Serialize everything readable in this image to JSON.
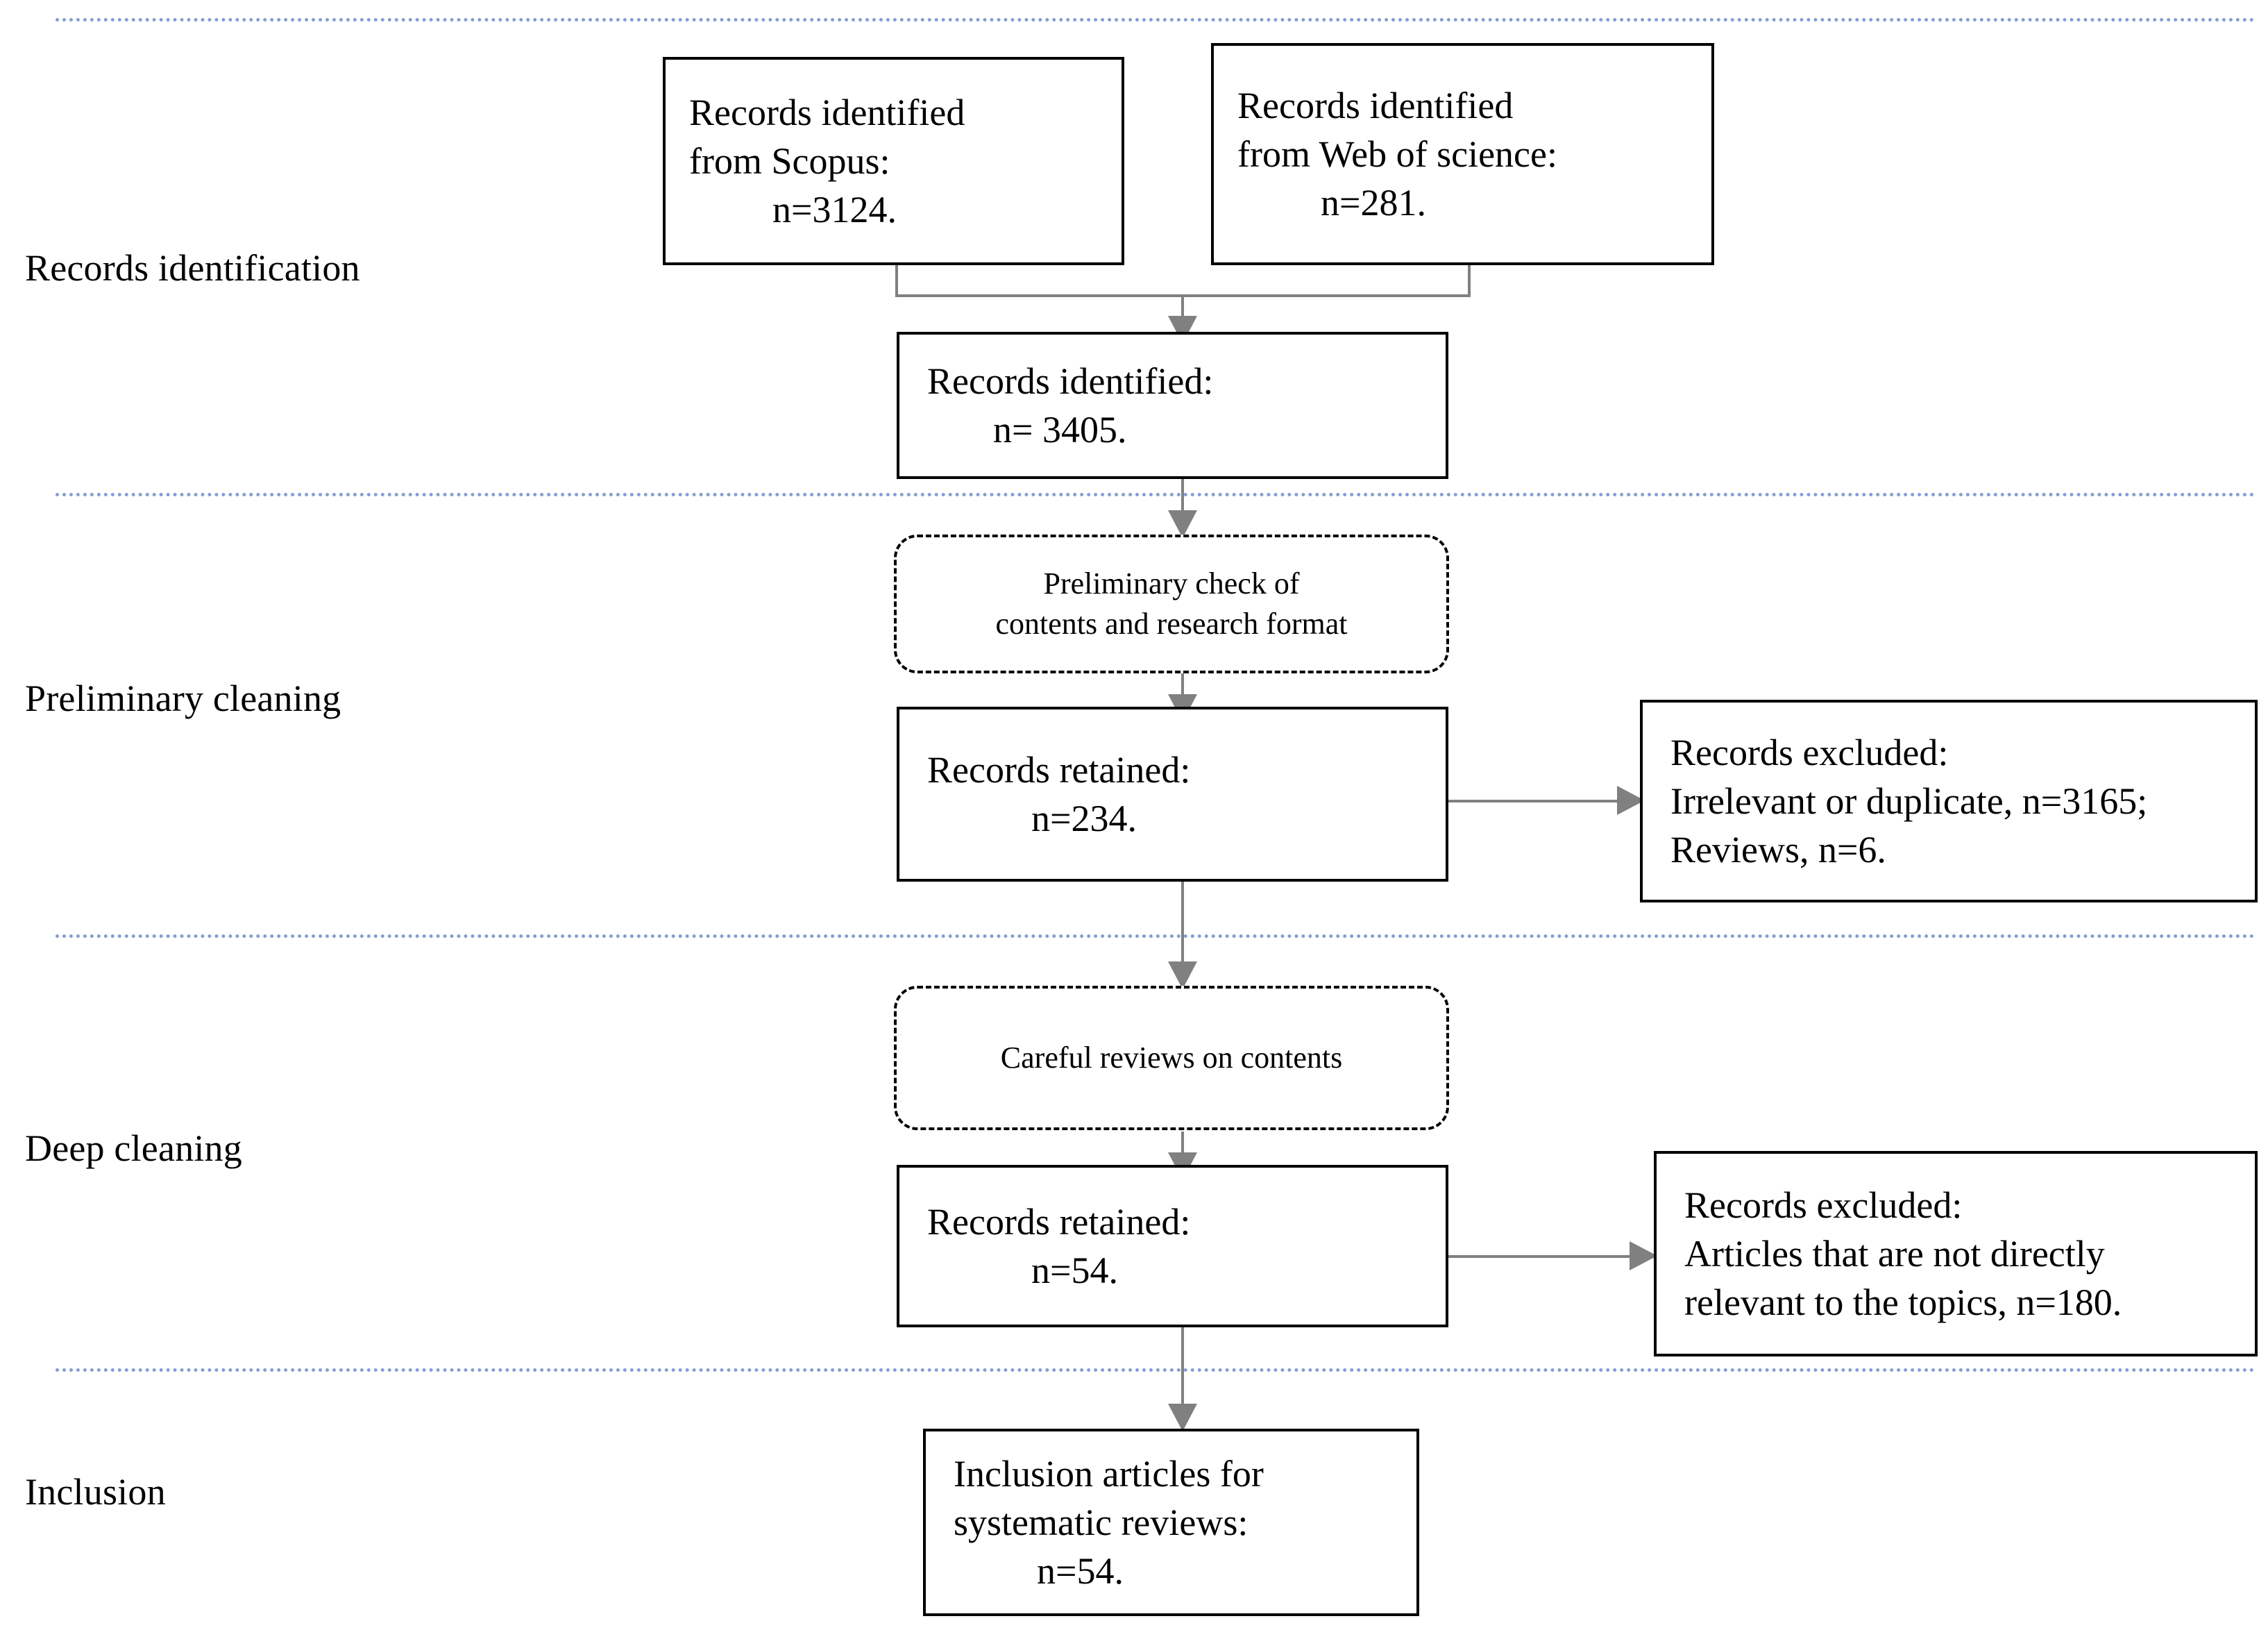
{
  "diagram": {
    "type": "prisma-flow-diagram",
    "stages": [
      {
        "label": "Records identification"
      },
      {
        "label": "Preliminary cleaning"
      },
      {
        "label": "Deep cleaning"
      },
      {
        "label": "Inclusion"
      }
    ],
    "boxes": {
      "scopus": {
        "line1": "Records identified",
        "line2": "from Scopus:",
        "line3": "n=3124."
      },
      "wos": {
        "line1": "Records identified",
        "line2": "from Web of science:",
        "line3": "n=281."
      },
      "identified_total": {
        "line1": "Records identified:",
        "line2": "n= 3405."
      },
      "preliminary_check": {
        "line1": "Preliminary check of",
        "line2": "contents and research format"
      },
      "retained_234": {
        "line1": "Records retained:",
        "line2": "n=234."
      },
      "excluded_preliminary": {
        "line1": "Records excluded:",
        "line2": "Irrelevant or duplicate, n=3165;",
        "line3": "Reviews, n=6."
      },
      "careful_reviews": {
        "line1": "Careful reviews on contents"
      },
      "retained_54": {
        "line1": "Records retained:",
        "line2": "n=54."
      },
      "excluded_deep": {
        "line1": "Records excluded:",
        "line2": "Articles that are not directly",
        "line3": "relevant to the topics, n=180."
      },
      "inclusion_final": {
        "line1": "Inclusion articles for",
        "line2": "systematic reviews:",
        "line3": "n=54."
      }
    },
    "colors": {
      "divider": "#6f8ccf",
      "connector": "#808080",
      "box_border": "#000000",
      "text": "#000000",
      "background": "#ffffff"
    }
  }
}
